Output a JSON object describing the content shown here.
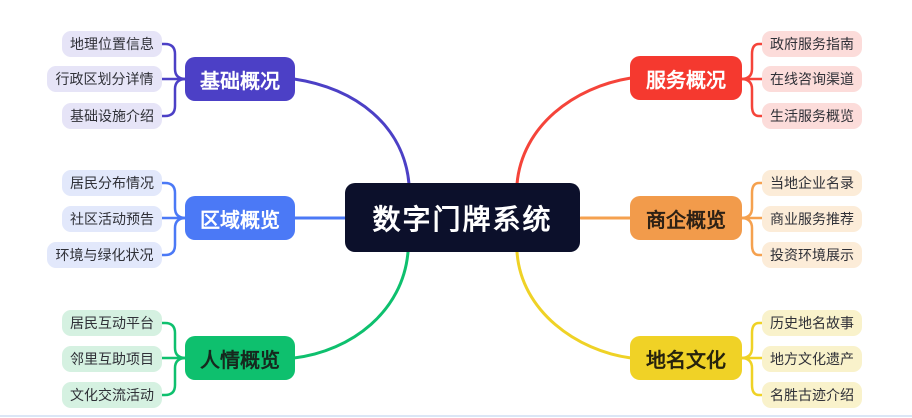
{
  "mindmap": {
    "root": {
      "label": "数字门牌系统",
      "bg": "#0c102b",
      "text_color": "#ffffff"
    },
    "branches": [
      {
        "label": "基础概况",
        "side": "left",
        "color": "#4c40c6",
        "text_color": "#ffffff",
        "child_bg": "#e6e4f7",
        "children": [
          "地理位置信息",
          "行政区划分详情",
          "基础设施介绍"
        ]
      },
      {
        "label": "区域概览",
        "side": "left",
        "color": "#4b79f6",
        "text_color": "#ffffff",
        "child_bg": "#e2e8fb",
        "children": [
          "居民分布情况",
          "社区活动预告",
          "环境与绿化状况"
        ]
      },
      {
        "label": "人情概览",
        "side": "left",
        "color": "#0ec06e",
        "text_color": "#16281e",
        "child_bg": "#d5f1e1",
        "children": [
          "居民互动平台",
          "邻里互助项目",
          "文化交流活动"
        ]
      },
      {
        "label": "服务概况",
        "side": "right",
        "color": "#f5392f",
        "text_color": "#ffffff",
        "child_bg": "#fcdcda",
        "children": [
          "政府服务指南",
          "在线咨询渠道",
          "生活服务概览"
        ]
      },
      {
        "label": "商企概览",
        "side": "right",
        "color": "#f29b4b",
        "text_color": "#2e2115",
        "child_bg": "#fcecd8",
        "children": [
          "当地企业名录",
          "商业服务推荐",
          "投资环境展示"
        ]
      },
      {
        "label": "地名文化",
        "side": "right",
        "color": "#f0d226",
        "text_color": "#26230d",
        "child_bg": "#f9f2cb",
        "children": [
          "历史地名故事",
          "地方文化遗产",
          "名胜古迹介绍"
        ]
      }
    ]
  }
}
